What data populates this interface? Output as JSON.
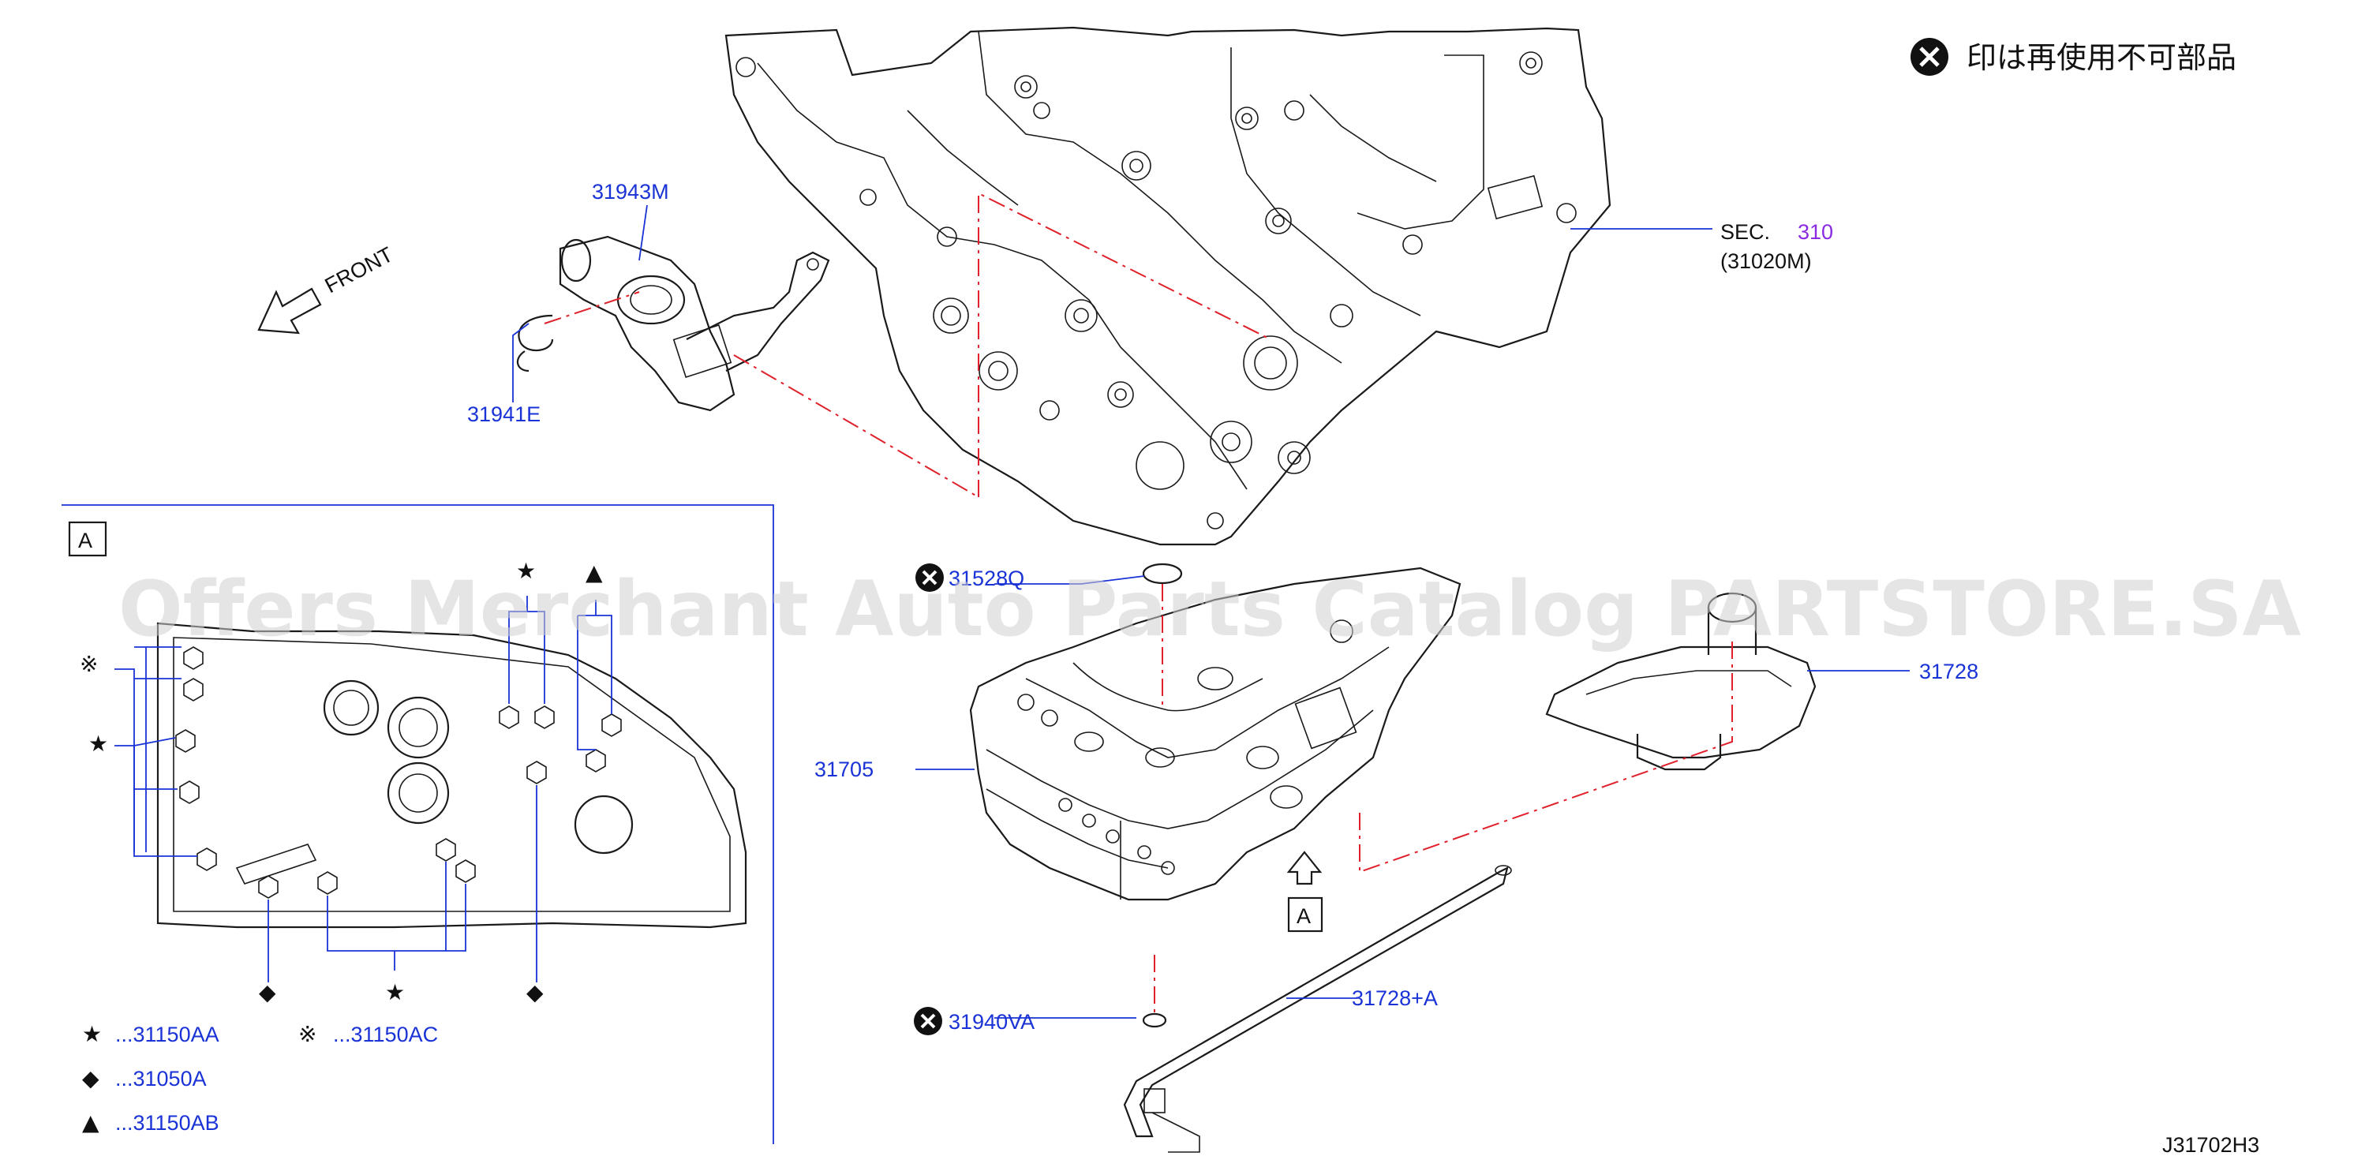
{
  "notice": {
    "text": "印は再使用不可部品",
    "icon": "x-circle-icon"
  },
  "front": {
    "label": "FRONT",
    "icon": "arrow-left-down-icon"
  },
  "section_ref": {
    "sec": "SEC.",
    "num": "310",
    "code": "(31020M)"
  },
  "parts": {
    "p31943M": "31943M",
    "p31941E": "31941E",
    "p31528Q": "31528Q",
    "p31705": "31705",
    "p31728": "31728",
    "p31728A": "31728+A",
    "p31940VA": "31940VA"
  },
  "view_a": {
    "tag": "A",
    "marks": {
      "star": "★",
      "kome": "※",
      "diamond": "◆",
      "triangle": "▲"
    }
  },
  "legend": [
    {
      "symbol": "★",
      "text": "...31150AA"
    },
    {
      "symbol": "※",
      "text": "...31150AC"
    },
    {
      "symbol": "◆",
      "text": "...31050A"
    },
    {
      "symbol": "▲",
      "text": "...31150AB"
    }
  ],
  "view_arrow_tag": "A",
  "watermark": "Offers Merchant Auto Parts Catalog PARTSTORE.SA",
  "drawing_code": "J31702H3",
  "colors": {
    "label_blue": "#1a33d6",
    "center_red": "#e0202a",
    "ref_purple": "#8a2be2",
    "line": "#1a1a1a"
  }
}
